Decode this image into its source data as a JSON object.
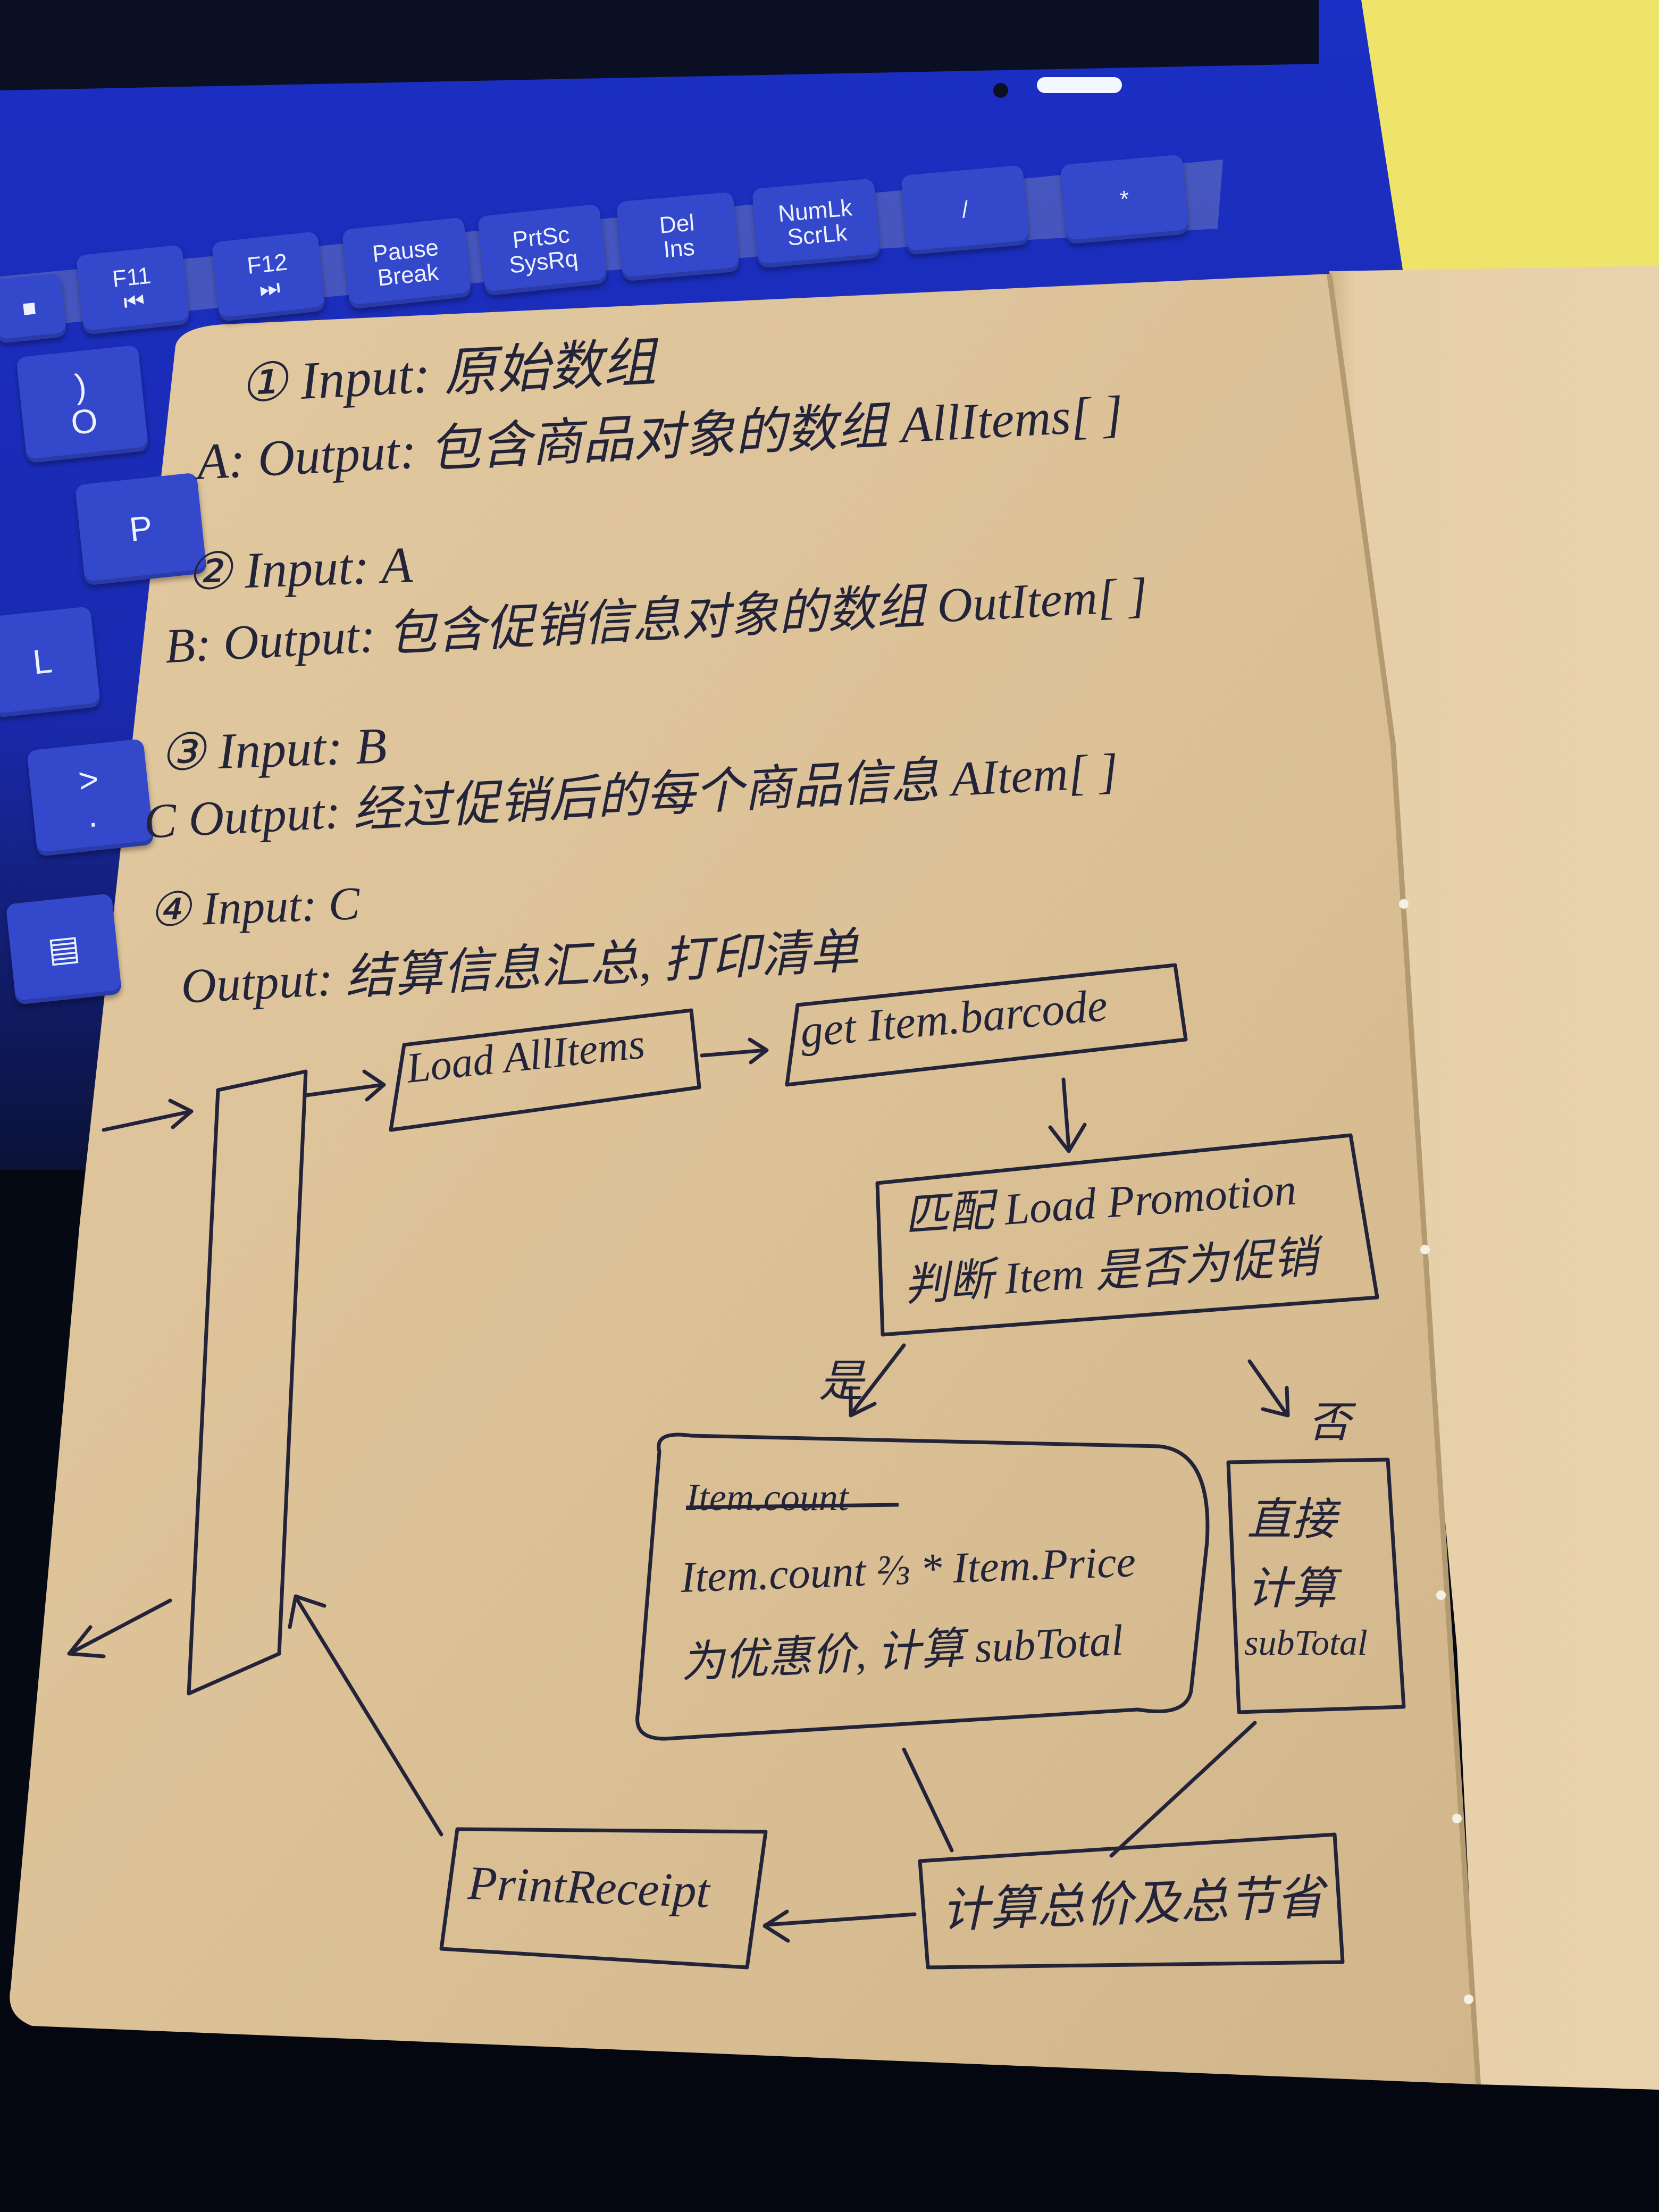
{
  "keyboard": {
    "keys": [
      {
        "top": "",
        "bottom": "■"
      },
      {
        "top": "F11",
        "bottom": "⏮"
      },
      {
        "top": "F12",
        "bottom": "⏭"
      },
      {
        "top": "Pause",
        "bottom": "Break"
      },
      {
        "top": "PrtSc",
        "bottom": "SysRq"
      },
      {
        "top": "Del",
        "bottom": "Ins"
      },
      {
        "top": "NumLk",
        "bottom": "ScrLk"
      },
      {
        "top": "/",
        "bottom": ""
      },
      {
        "top": "*",
        "bottom": ""
      },
      {
        "top": ")",
        "bottom": "O"
      },
      {
        "top": "",
        "bottom": "P"
      },
      {
        "top": "",
        "bottom": "L"
      },
      {
        "top": ">",
        "bottom": "."
      },
      {
        "top": "",
        "bottom": "▤"
      }
    ],
    "partial_left_key": "O"
  },
  "notes": {
    "line1": "① Input: 原始数组",
    "line2": "A: Output: 包含商品对象的数组 AllItems[ ]",
    "line3": "② Input: A",
    "line4": "B: Output: 包含促销信息对象的数组 OutItem[ ]",
    "line5": "③ Input: B",
    "line6": "C Output: 经过促销后的每个商品信息 AItem[ ]",
    "line7": "④ Input: C",
    "line8": "Output: 结算信息汇总, 打印清单"
  },
  "flow": {
    "load_all_items": "Load AllItems",
    "get_barcode": "get Item.barcode",
    "match_line1": "匹配 Load Promotion",
    "match_line2": "判断 Item 是否为促销",
    "yes_label": "是",
    "no_label": "否",
    "promo_struck": "Item.count",
    "promo_line1": "Item.count ⅔ * Item.Price",
    "promo_line2": "为优惠价, 计算 subTotal",
    "direct_line1": "直接",
    "direct_line2": "计算",
    "direct_line3": "subTotal",
    "total": "计算总价及总节省",
    "print_receipt": "PrintReceipt"
  },
  "colors": {
    "desk": "#050914",
    "keyboard": "#1b2fc4",
    "key": "#3448cc",
    "paper": "#ddc39a",
    "paper_right": "#e4cca4",
    "ink": "#23243a",
    "yellow_desk": "#f1e86a"
  }
}
